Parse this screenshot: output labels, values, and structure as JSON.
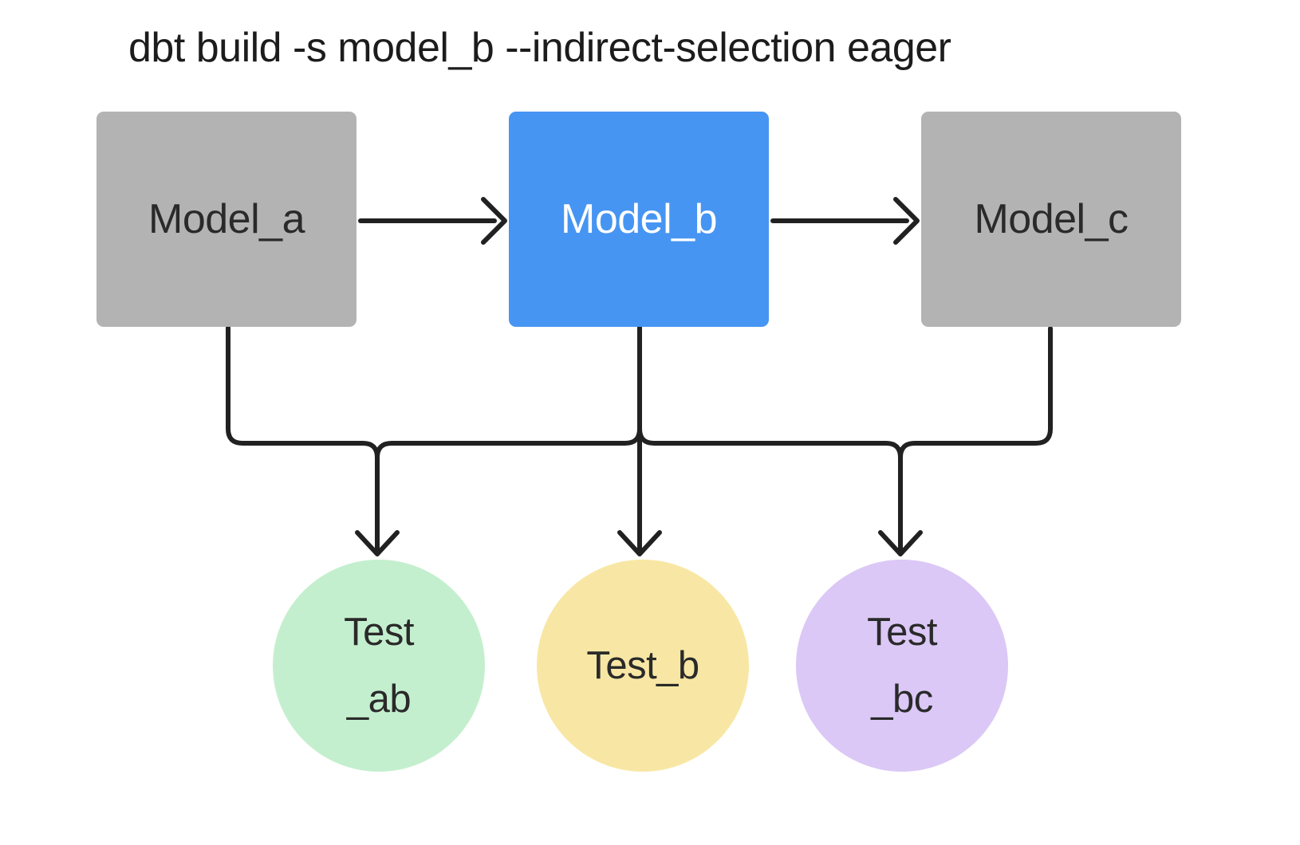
{
  "title": "dbt build -s model_b --indirect-selection eager",
  "colors": {
    "background": "#ffffff",
    "model_default_fill": "#b3b3b3",
    "model_selected_fill": "#4795f2",
    "model_text_dark": "#2a2a2a",
    "model_text_light": "#ffffff",
    "test_ab_fill": "#c4efce",
    "test_b_fill": "#f8e7a4",
    "test_bc_fill": "#dbc8f6",
    "connector": "#212121",
    "title_text": "#1c1c1c"
  },
  "models": [
    {
      "id": "model_a",
      "label": "Model_a",
      "selected": false
    },
    {
      "id": "model_b",
      "label": "Model_b",
      "selected": true
    },
    {
      "id": "model_c",
      "label": "Model_c",
      "selected": false
    }
  ],
  "tests": [
    {
      "id": "test_ab",
      "lines": [
        "Test",
        "_ab"
      ]
    },
    {
      "id": "test_b",
      "lines": [
        "Test_b"
      ]
    },
    {
      "id": "test_bc",
      "lines": [
        "Test",
        "_bc"
      ]
    }
  ],
  "edges": [
    {
      "from": "model_a",
      "to": "model_b"
    },
    {
      "from": "model_b",
      "to": "model_c"
    },
    {
      "from": "model_a",
      "to": "test_ab"
    },
    {
      "from": "model_b",
      "to": "test_ab"
    },
    {
      "from": "model_b",
      "to": "test_b"
    },
    {
      "from": "model_b",
      "to": "test_bc"
    },
    {
      "from": "model_c",
      "to": "test_bc"
    }
  ]
}
